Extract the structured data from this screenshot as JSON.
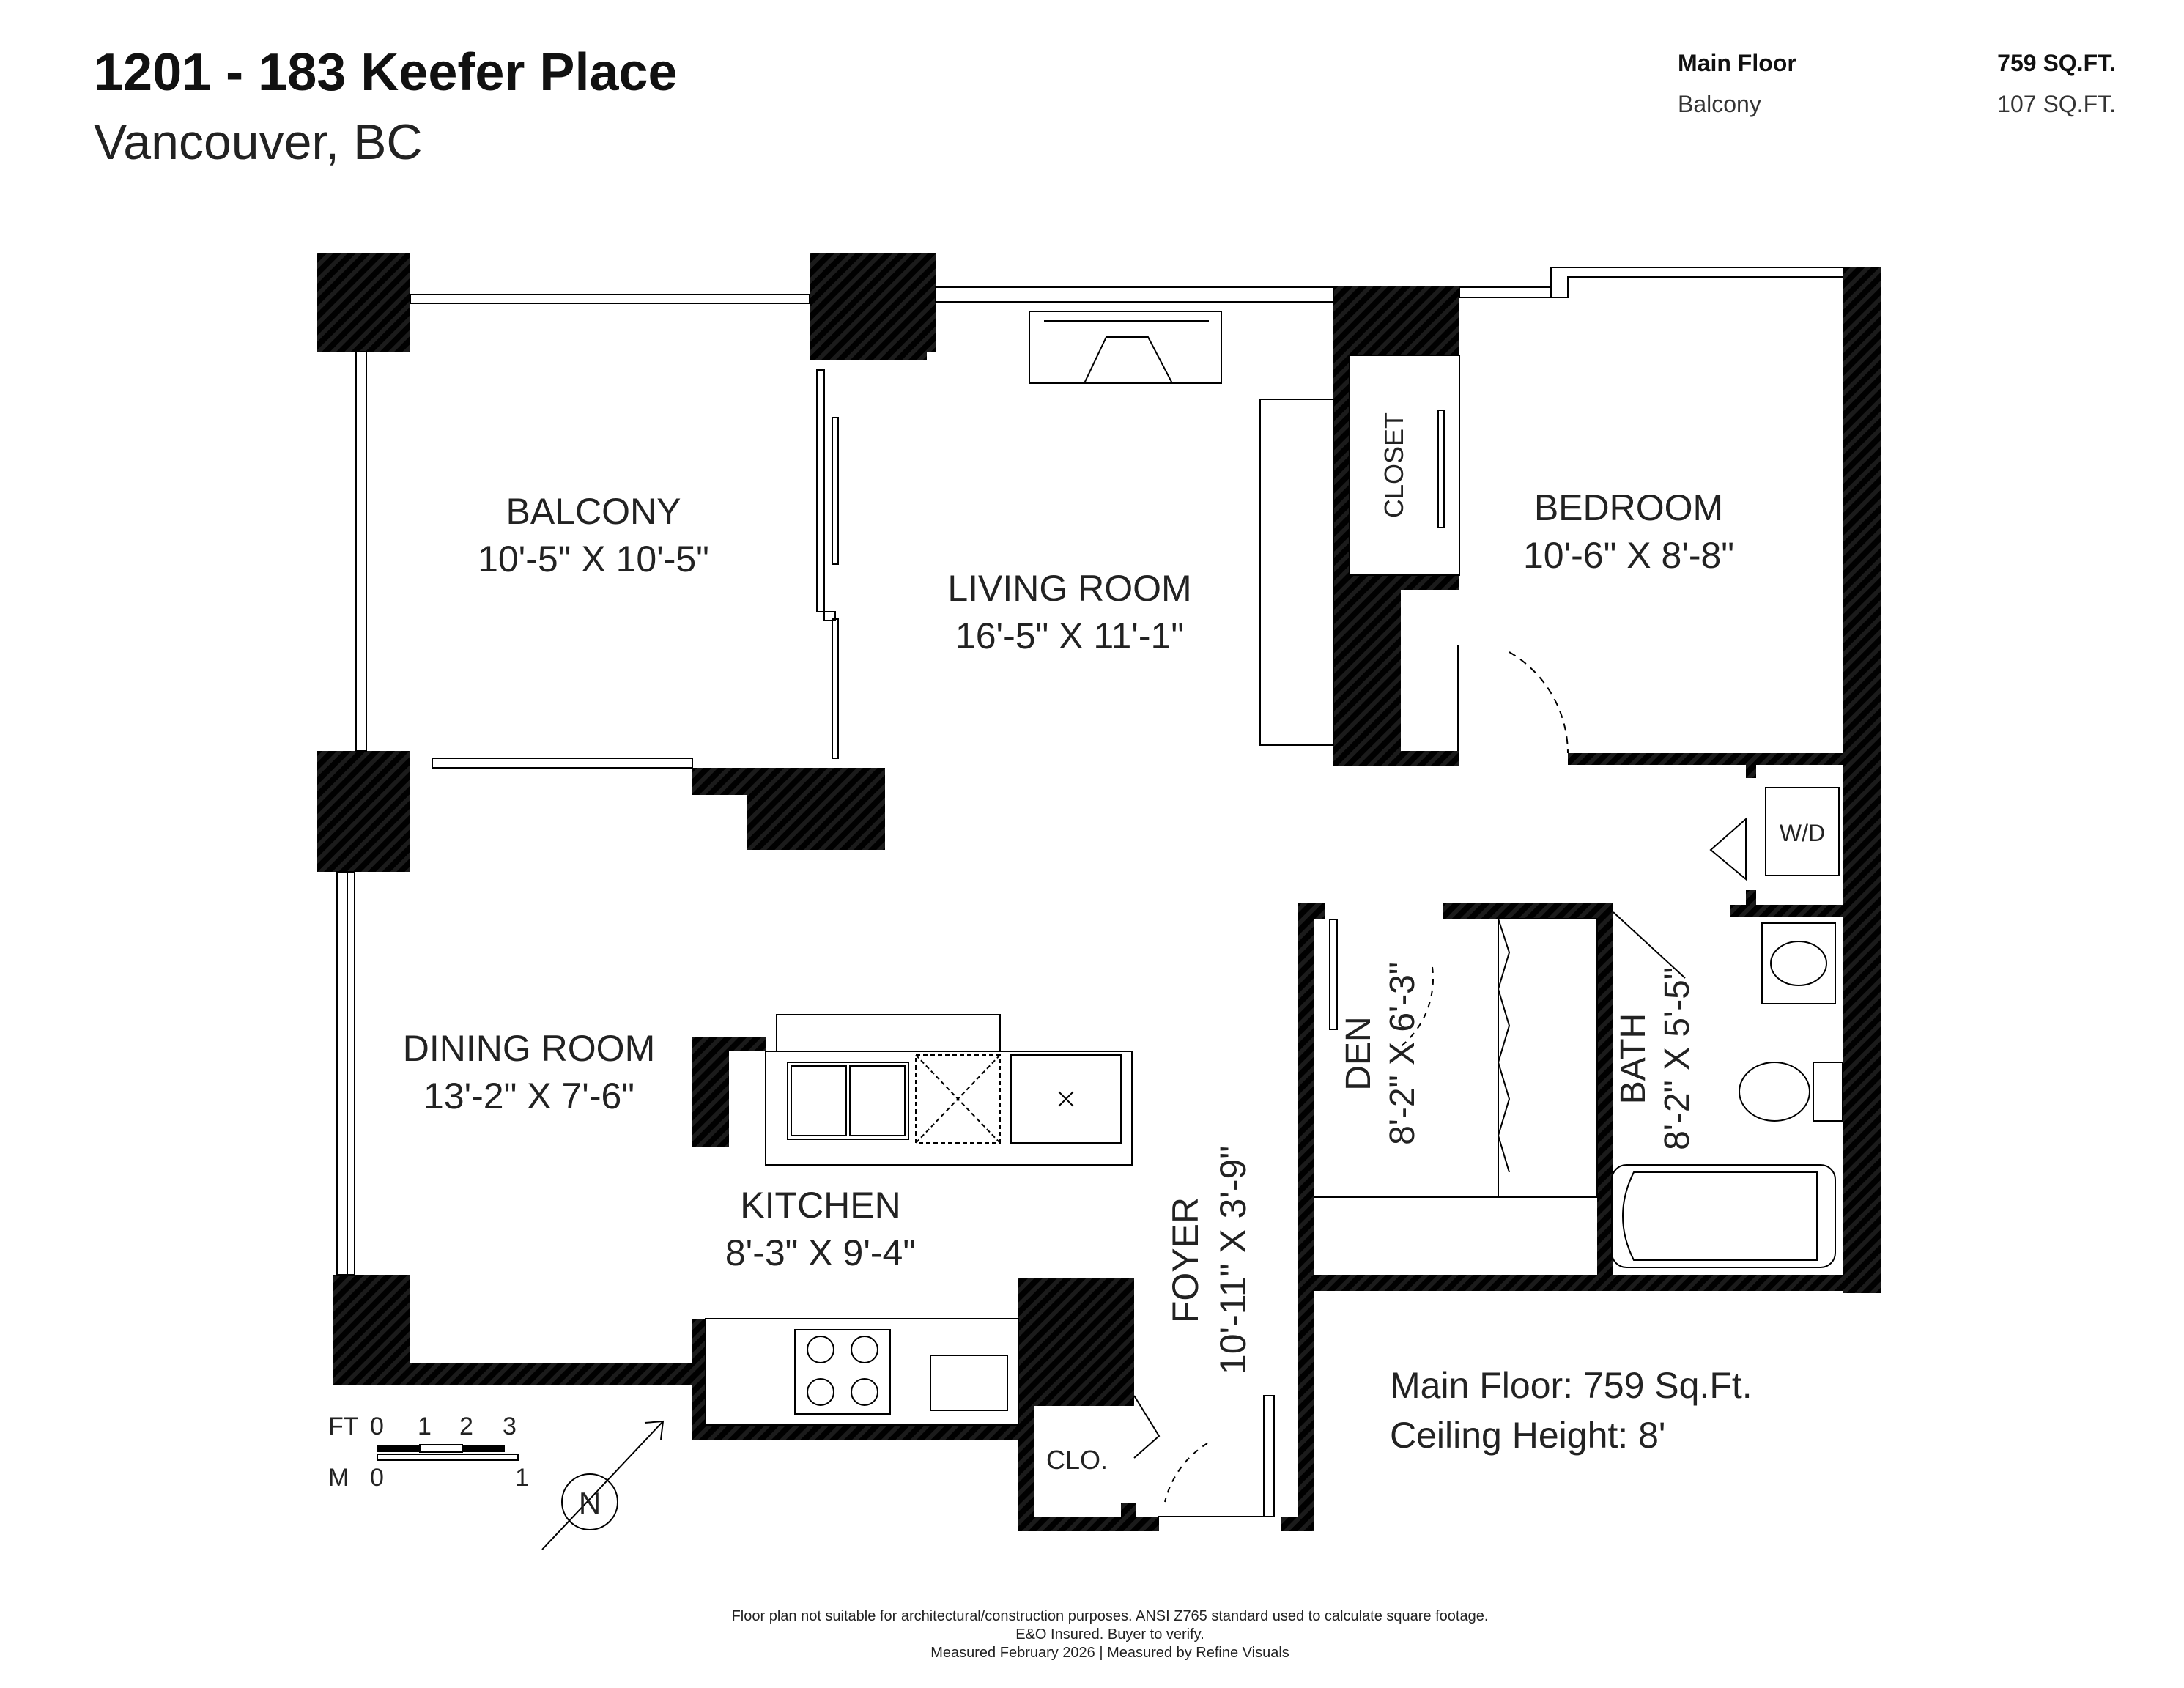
{
  "header": {
    "title": "1201 - 183 Keefer Place",
    "subtitle": "Vancouver, BC"
  },
  "areas": [
    {
      "label": "Main Floor",
      "value": "759 SQ.FT."
    },
    {
      "label": "Balcony",
      "value": "107 SQ.FT."
    }
  ],
  "rooms": {
    "balcony": {
      "name": "BALCONY",
      "dims": "10'-5\" X 10'-5\""
    },
    "living": {
      "name": "LIVING ROOM",
      "dims": "16'-5\" X 11'-1\""
    },
    "bedroom": {
      "name": "BEDROOM",
      "dims": "10'-6\" X 8'-8\""
    },
    "closet": {
      "name": "CLOSET"
    },
    "wd": {
      "name": "W/D"
    },
    "dining": {
      "name": "DINING ROOM",
      "dims": "13'-2\" X 7'-6\""
    },
    "kitchen": {
      "name": "KITCHEN",
      "dims": "8'-3\" X 9'-4\""
    },
    "den": {
      "name": "DEN",
      "dims": "8'-2\" X 6'-3\""
    },
    "bath": {
      "name": "BATH",
      "dims": "8'-2\" X 5'-5\""
    },
    "foyer": {
      "name": "FOYER",
      "dims": "10'-11\" X 3'-9\""
    },
    "clo": {
      "name": "CLO."
    }
  },
  "summary": {
    "main_floor": "Main Floor: 759 Sq.Ft.",
    "ceiling": "Ceiling Height: 8'"
  },
  "scale": {
    "ft_label": "FT",
    "ft_ticks": [
      "0",
      "1",
      "2",
      "3"
    ],
    "m_label": "M",
    "m_ticks": [
      "0",
      "1"
    ]
  },
  "north_label": "N",
  "footer": {
    "line1": "Floor plan not suitable for architectural/construction purposes. ANSI Z765 standard used to calculate square footage.",
    "line2": "E&O Insured. Buyer to verify.",
    "line3": "Measured February 2026 | Measured by Refine Visuals"
  }
}
